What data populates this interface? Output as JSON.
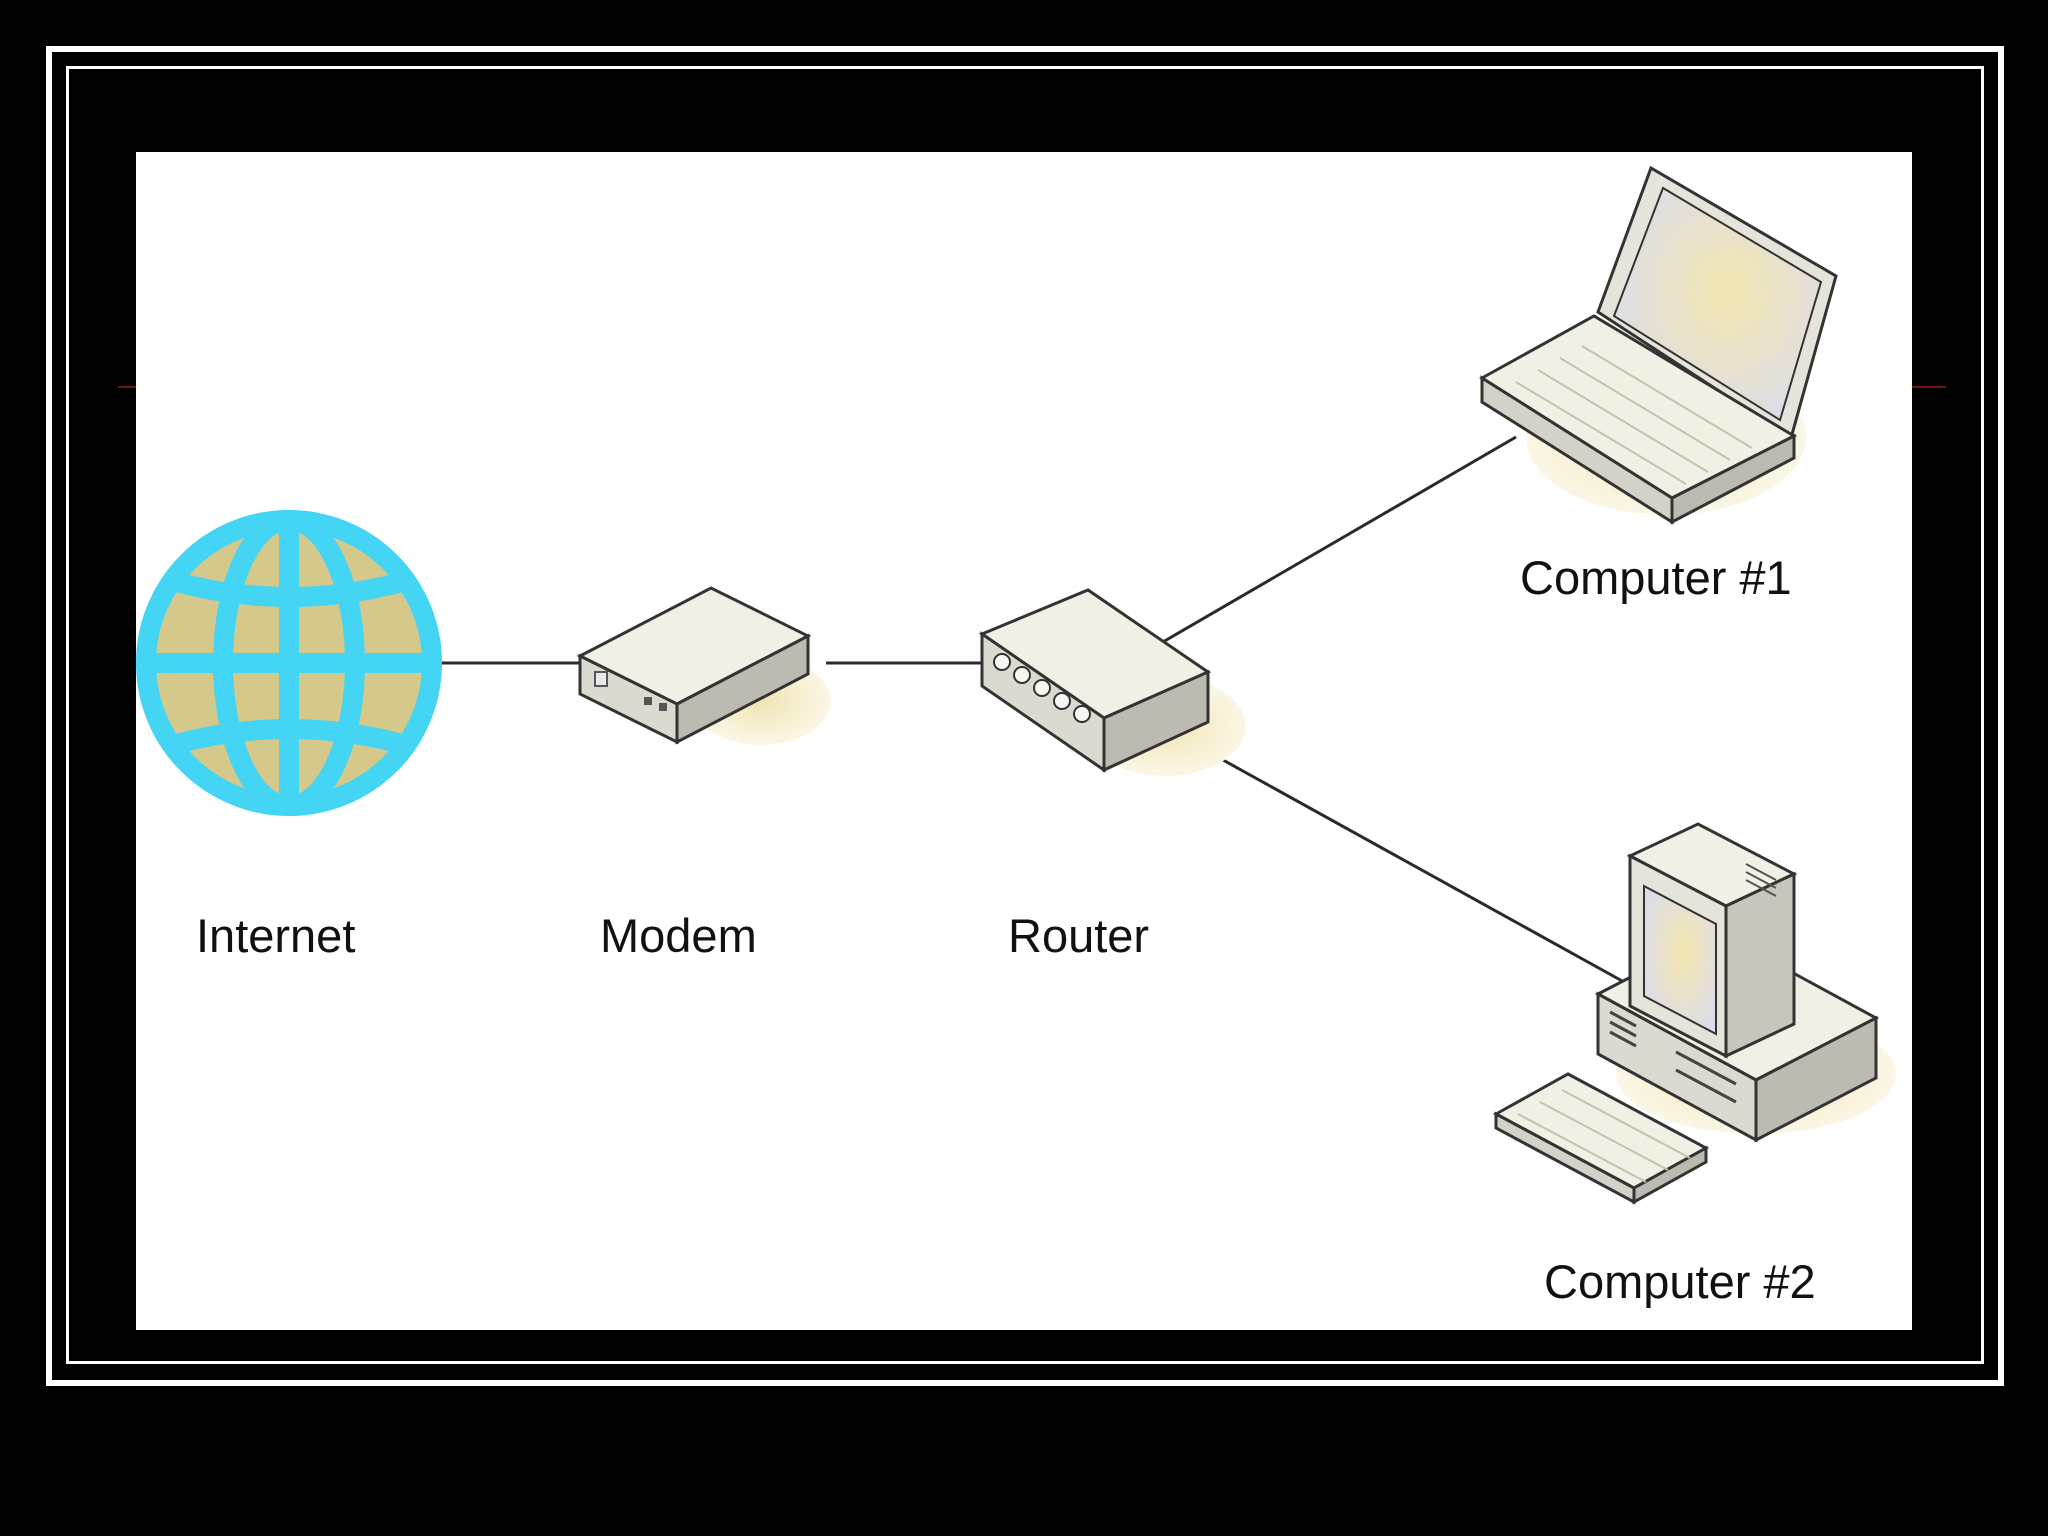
{
  "diagram": {
    "nodes": [
      {
        "id": "internet",
        "label": "Internet",
        "icon": "globe-icon"
      },
      {
        "id": "modem",
        "label": "Modem",
        "icon": "modem-icon"
      },
      {
        "id": "router",
        "label": "Router",
        "icon": "router-icon"
      },
      {
        "id": "computer1",
        "label": "Computer #1",
        "icon": "laptop-icon"
      },
      {
        "id": "computer2",
        "label": "Computer #2",
        "icon": "desktop-computer-icon"
      }
    ],
    "edges": [
      {
        "from": "internet",
        "to": "modem"
      },
      {
        "from": "modem",
        "to": "router"
      },
      {
        "from": "router",
        "to": "computer1"
      },
      {
        "from": "router",
        "to": "computer2"
      }
    ]
  },
  "colors": {
    "globe_stroke": "#44d4f4",
    "globe_fill": "#d4c88a",
    "device_body": "#f2f0e4",
    "device_side": "#c8c6bc",
    "screen": "#f0e8c0",
    "shadow": "#f4ecc8",
    "connector": "#2a2a2a",
    "accent_red": "#7a1010"
  }
}
